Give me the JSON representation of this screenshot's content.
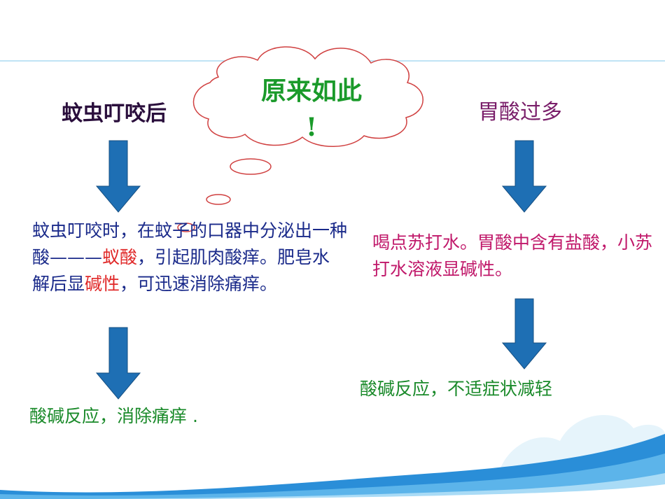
{
  "cloud": {
    "title": "原来如此",
    "exclaim": "!"
  },
  "left": {
    "heading": "蚊虫叮咬后",
    "para_a": "蚊虫叮咬时，在蚊子的口器中分泌出一种酸———",
    "para_acid": "蚁酸",
    "para_b": "，引起肌肉酸痒。肥皂水解后显",
    "para_base": "碱性",
    "para_c": "，可迅速消除痛痒。",
    "result": "酸碱反应，消除痛痒 ."
  },
  "right": {
    "heading": "胃酸过多",
    "para": "喝点苏打水。胃酸中含有盐酸，小苏打水溶液显碱性。",
    "result": "酸碱反应，不适症状减轻"
  },
  "colors": {
    "arrow": "#1e6fb4",
    "cloud_stroke": "#d04040",
    "title_green": "#1a9a2a",
    "acid_red": "#e02828",
    "wave_blue": "#2a8ed8"
  }
}
